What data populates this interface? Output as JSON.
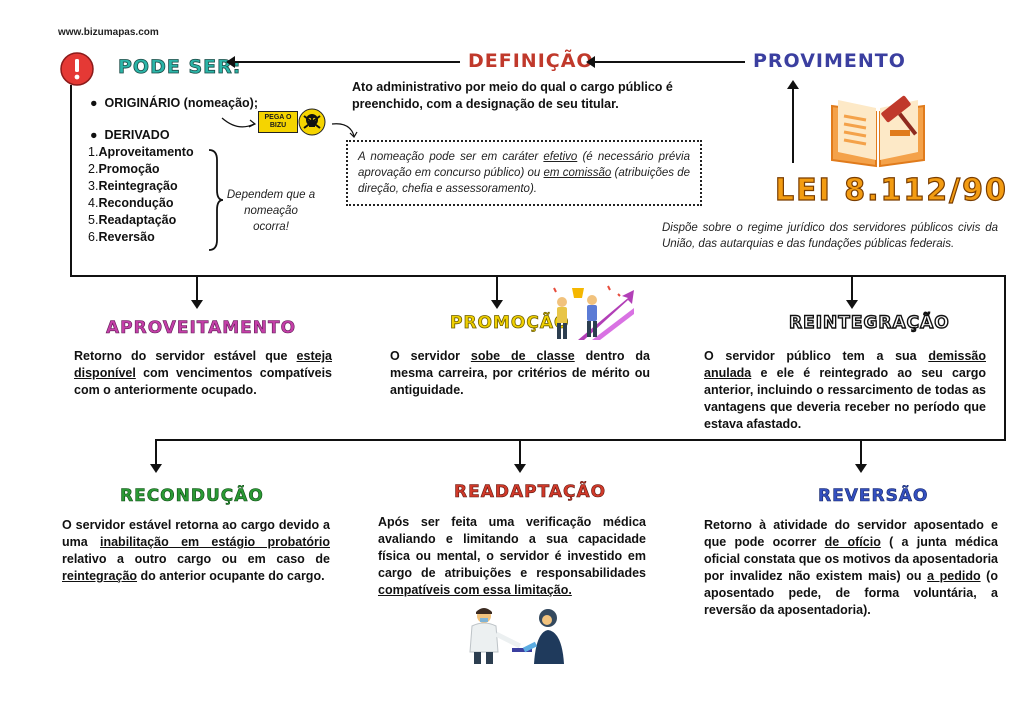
{
  "site": "www.bizumapas.com",
  "colors": {
    "pode_ser": "#2bb5a8",
    "definicao": "#c0392b",
    "provimento": "#3b3fa0",
    "lei": "#f39c12",
    "aproveitamento": "#c43fa8",
    "promocao": "#f0d000",
    "reintegracao": "#111111",
    "reconducao": "#2a9a34",
    "readaptacao": "#d13a2a",
    "reversao": "#3450c0"
  },
  "header": {
    "pode_ser": "PODE SER:",
    "definicao": "DEFINIÇÃO",
    "provimento": "PROVIMENTO",
    "definicao_text": "Ato administrativo por meio do qual o cargo público é preenchido, com a designação de seu titular.",
    "originario": "ORIGINÁRIO (nomeação);",
    "derivado": "DERIVADO",
    "derivados": [
      {
        "num": "1.",
        "label": "Aproveitamento"
      },
      {
        "num": "2.",
        "label": "Promoção"
      },
      {
        "num": "3.",
        "label": "Reintegração"
      },
      {
        "num": "4.",
        "label": "Recondução"
      },
      {
        "num": "5.",
        "label": "Readaptação"
      },
      {
        "num": "6.",
        "label": "Reversão"
      }
    ],
    "dependem": "Dependem que a nomeação ocorra!",
    "pega_bizu": "PEGA O BIZU",
    "nomeacao_note": {
      "p1": "A nomeação pode ser em caráter ",
      "efetivo": "efetivo",
      "p2": " (é necessário prévia aprovação em concurso público) ou ",
      "em_comissao": "em comissão",
      "p3": " (atribuições de direção, chefia e assessoramento)."
    },
    "lei": "LEI 8.112/90",
    "lei_desc": "Dispõe sobre o regime jurídico dos servidores públicos civis da União, das autarquias e das fundações públicas federais."
  },
  "items": {
    "aproveitamento": {
      "title": "APROVEITAMENTO",
      "p1": "Retorno do servidor estável que ",
      "u1": "esteja disponível",
      "p2": " com vencimentos compatíveis com o anteriormente ocupado."
    },
    "promocao": {
      "title": "PROMOÇÃO",
      "p1": "O servidor ",
      "u1": "sobe de classe",
      "p2": " dentro da mesma carreira, por critérios de mérito ou antiguidade."
    },
    "reintegracao": {
      "title": "REINTEGRAÇÃO",
      "p1": "O servidor público tem a sua ",
      "u1": "demissão anulada",
      "p2": " e ele é reintegrado ao seu cargo anterior, incluindo o ressarcimento de todas as vantagens que deveria receber no período que estava afastado."
    },
    "reconducao": {
      "title": "RECONDUÇÃO",
      "p1": "O servidor estável retorna ao cargo devido a uma ",
      "u1": "inabilitação em estágio probatório",
      "p2": " relativo a outro cargo ou em caso de ",
      "u2": "reintegração",
      "p3": " do anterior ocupante do cargo."
    },
    "readaptacao": {
      "title": "READAPTAÇÃO",
      "p1": "Após ser feita uma verificação médica avaliando e limitando a sua capacidade física ou mental, o servidor é investido em cargo de atribuições e responsabilidades ",
      "u1": "compatíveis com essa limitação."
    },
    "reversao": {
      "title": "REVERSÃO",
      "p1": "Retorno à atividade do servidor aposentado e que pode ocorrer ",
      "u1": "de ofício",
      "p2": " ( a junta médica oficial constata que os motivos da aposentadoria por invalidez não existem mais) ou ",
      "u2": "a pedido",
      "p3": " (o aposentado pede, de forma voluntária, a reversão da aposentadoria)."
    }
  }
}
